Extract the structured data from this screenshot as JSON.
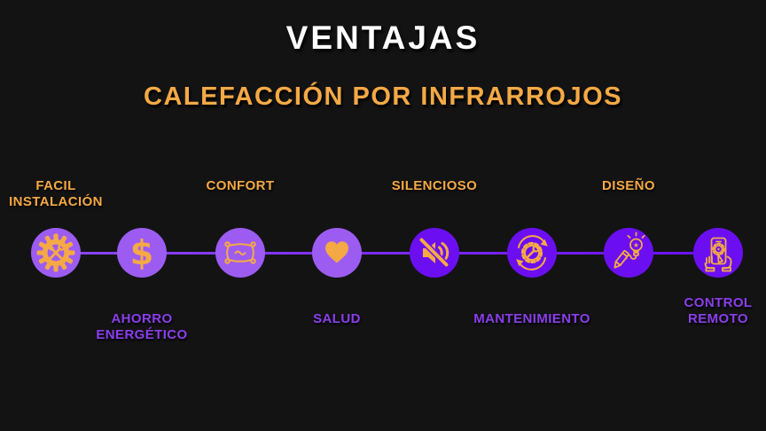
{
  "header": {
    "title": "VENTAJAS",
    "subtitle": "CALEFACCIÓN POR INFRARROJOS"
  },
  "colors": {
    "background": "#131313",
    "title_text": "#FFFFFF",
    "accent_orange": "#F5A945",
    "purple_label_text": "#8B3EEC",
    "circle_light_purple": "#9C5CF2",
    "circle_vivid_violet": "#6B0FF2",
    "line_gradient_start": "#8B46F0",
    "line_gradient_end": "#6B10F0"
  },
  "timeline": {
    "items": [
      {
        "label": "FACIL\nINSTALACIÓN",
        "label_position": "above",
        "icon": "tools-gear-icon",
        "circle_color": "#9C5CF2",
        "label_color": "#F5A945"
      },
      {
        "label": "AHORRO\nENERGÉTICO",
        "label_position": "below",
        "icon": "dollar-icon",
        "circle_color": "#9C5CF2",
        "label_color": "#8B3EEC"
      },
      {
        "label": "CONFORT",
        "label_position": "above",
        "icon": "pillow-icon",
        "circle_color": "#9C5CF2",
        "label_color": "#F5A945"
      },
      {
        "label": "SALUD",
        "label_position": "below",
        "icon": "heart-icon",
        "circle_color": "#9C5CF2",
        "label_color": "#8B3EEC"
      },
      {
        "label": "SILENCIOSO",
        "label_position": "above",
        "icon": "muted-speaker-icon",
        "circle_color": "#6B0FF2",
        "label_color": "#F5A945"
      },
      {
        "label": "MANTENIMIENTO",
        "label_position": "below",
        "icon": "gear-wrench-arrows-icon",
        "circle_color": "#6B0FF2",
        "label_color": "#8B3EEC"
      },
      {
        "label": "DISEÑO",
        "label_position": "above",
        "icon": "pencil-lightbulb-icon",
        "circle_color": "#6B0FF2",
        "label_color": "#F5A945"
      },
      {
        "label": "CONTROL\nREMOTO",
        "label_position": "below",
        "icon": "hand-phone-gear-icon",
        "circle_color": "#6B0FF2",
        "label_color": "#8B3EEC"
      }
    ]
  }
}
